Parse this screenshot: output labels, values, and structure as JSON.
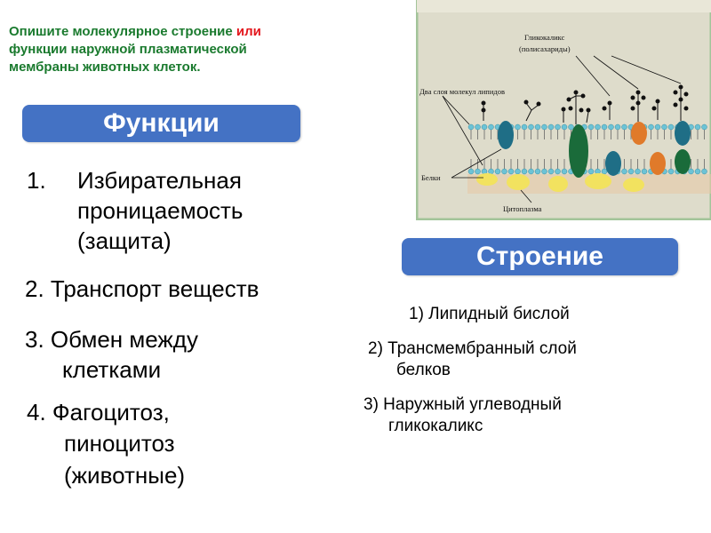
{
  "question": {
    "part1": "Опишите молекулярное строение ",
    "part2": "или",
    "line1_end": "",
    "line2": "функции наружной плазматической",
    "line3": "мембраны животных клеток."
  },
  "functions": {
    "title": "Функции",
    "item1_num": "1.",
    "item1_line1": "Избирательная",
    "item1_line2": "проницаемость",
    "item1_line3": "(защита)",
    "item2": "2. Транспорт веществ",
    "item3_line1": "3. Обмен между",
    "item3_line2": "клетками",
    "item4_line1": "4. Фагоцитоз,",
    "item4_line2": "пиноцитоз",
    "item4_line3": "(животные)"
  },
  "structure": {
    "title": "Строение",
    "item1": "1) Липидный бислой",
    "item2_line1": "2) Трансмембранный слой",
    "item2_line2": "белков",
    "item3_line1": "3) Наружный углеводный",
    "item3_line2": "гликокаликс"
  },
  "diagram": {
    "label_glycocalyx_1": "Гликокаликс",
    "label_glycocalyx_2": "(полисахариды)",
    "label_lipids": "Два слоя молекул липидов",
    "label_proteins": "Белки",
    "label_cytoplasm": "Цитоплазма"
  },
  "colors": {
    "question_text": "#1a7a2e",
    "question_accent": "#e3161c",
    "pill": "#4472c4",
    "diagram_bg": "#dedccb",
    "diagram_border": "#a3c49a",
    "lipid_head": "#6cc3d6",
    "protein_teal": "#1f6e86",
    "protein_green": "#1a6b3a",
    "protein_orange": "#e07a2a",
    "protein_yellow": "#f2e25f"
  }
}
